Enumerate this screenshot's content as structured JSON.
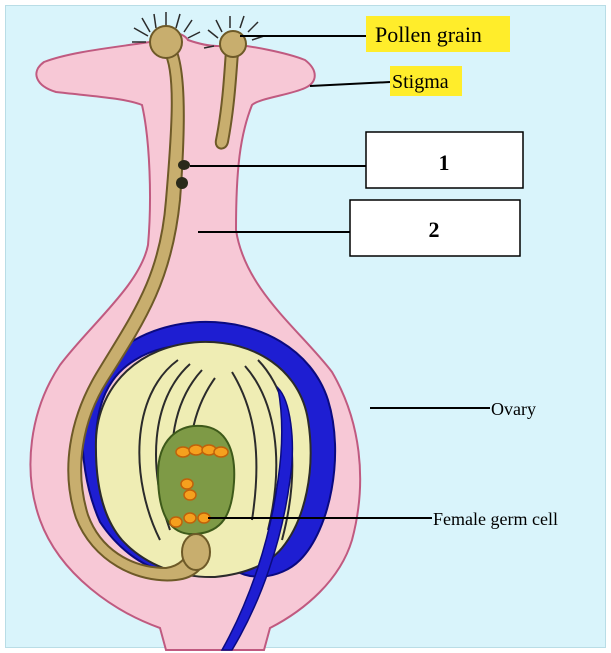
{
  "labels": {
    "pollen_grain": "Pollen grain",
    "stigma": "Stigma",
    "box1": "1",
    "box2": "2",
    "ovary": "Ovary",
    "female_germ_cell": "Female germ cell"
  },
  "colors": {
    "background": "#d9f4fb",
    "pistil_pink": "#f7c8d6",
    "pollen_tube_tan": "#c8ae6e",
    "ovule_wall_blue": "#1e1ed2",
    "ovule_cream": "#efedb4",
    "embryo_sac_green": "#7e9a46",
    "nuclei_orange": "#f5a01e",
    "highlight_yellow": "#ffed2b"
  }
}
